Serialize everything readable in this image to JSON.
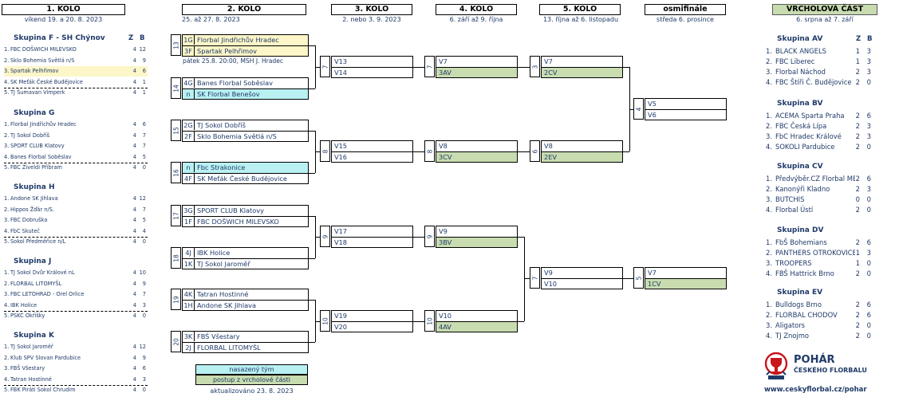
{
  "rounds": [
    {
      "title": "1. KOLO",
      "date": "víkend 19. a 20. 8. 2023"
    },
    {
      "title": "2. KOLO",
      "date": "25. až 27. 8. 2023"
    },
    {
      "title": "3. KOLO",
      "date": "2. nebo 3. 9. 2023"
    },
    {
      "title": "4. KOLO",
      "date": "6. září až 9. října"
    },
    {
      "title": "5. KOLO",
      "date": "13. října až 6. listopadu"
    },
    {
      "title": "osmifinále",
      "date": "středa 6. prosince"
    },
    {
      "title": "VRCHOLOVÁ ČÁST",
      "date": "6. srpna až 7. září"
    }
  ],
  "col_z": "Z",
  "col_b": "B",
  "left_groups": [
    {
      "name": "Skupina F - SH Chýnov",
      "rows": [
        {
          "n": "1.",
          "t": "FBC DOŠWICH MILEVSKO",
          "z": "4",
          "b": "12"
        },
        {
          "n": "2.",
          "t": "Sklo Bohemia Světlá n/S",
          "z": "4",
          "b": "9"
        },
        {
          "n": "3.",
          "t": "Spartak Pelhřimov",
          "z": "4",
          "b": "6"
        },
        {
          "n": "4.",
          "t": "SK Meťák České Budějovice",
          "z": "4",
          "b": "1"
        },
        {
          "n": "5.",
          "t": "TJ Šumavan Vimperk",
          "z": "4",
          "b": "1"
        }
      ]
    },
    {
      "name": "Skupina G",
      "rows": [
        {
          "n": "1.",
          "t": "Florbal Jindřichův Hradec",
          "z": "4",
          "b": "6"
        },
        {
          "n": "2.",
          "t": "TJ Sokol Dobříš",
          "z": "4",
          "b": "7"
        },
        {
          "n": "3.",
          "t": "SPORT CLUB Klatovy",
          "z": "4",
          "b": "7"
        },
        {
          "n": "4.",
          "t": "Banes Florbal Soběslav",
          "z": "4",
          "b": "5"
        },
        {
          "n": "5.",
          "t": "FBC Živeldi Příbram",
          "z": "4",
          "b": "0"
        }
      ]
    },
    {
      "name": "Skupina H",
      "rows": [
        {
          "n": "1.",
          "t": "Andone SK Jihlava",
          "z": "4",
          "b": "12"
        },
        {
          "n": "2.",
          "t": "Hippos Žďár n/S.",
          "z": "4",
          "b": "7"
        },
        {
          "n": "3.",
          "t": "FBC Dobruška",
          "z": "4",
          "b": "5"
        },
        {
          "n": "4.",
          "t": "FbC Skuteč",
          "z": "4",
          "b": "4"
        },
        {
          "n": "5.",
          "t": "Sokol Předměřice n/L",
          "z": "4",
          "b": "0"
        }
      ]
    },
    {
      "name": "Skupina J",
      "rows": [
        {
          "n": "1.",
          "t": "TJ Sokol Dvůr Králové nL",
          "z": "4",
          "b": "10"
        },
        {
          "n": "2.",
          "t": "FLORBAL LITOMYŠL",
          "z": "4",
          "b": "9"
        },
        {
          "n": "3.",
          "t": "FBC LETOHRAD - Orel Orlice",
          "z": "4",
          "b": "7"
        },
        {
          "n": "4.",
          "t": "IBK Holice",
          "z": "4",
          "b": "3"
        },
        {
          "n": "5.",
          "t": "PSKC Okříšky",
          "z": "4",
          "b": "0"
        }
      ]
    },
    {
      "name": "Skupina K",
      "rows": [
        {
          "n": "1.",
          "t": "TJ Sokol Jaroměř",
          "z": "4",
          "b": "12"
        },
        {
          "n": "2.",
          "t": "Klub SPV Slovan Pardubice",
          "z": "4",
          "b": "9"
        },
        {
          "n": "3.",
          "t": "FBŠ Všestary",
          "z": "4",
          "b": "6"
        },
        {
          "n": "4.",
          "t": "Tatran Hostinné",
          "z": "4",
          "b": "3"
        },
        {
          "n": "5.",
          "t": "FBK Piráti Sokol Chrudim",
          "z": "4",
          "b": "0"
        }
      ]
    }
  ],
  "right_groups": [
    {
      "name": "Skupina AV",
      "rows": [
        {
          "n": "1.",
          "t": "BLACK ANGELS",
          "z": "1",
          "b": "3"
        },
        {
          "n": "2.",
          "t": "FBC Liberec",
          "z": "1",
          "b": "3"
        },
        {
          "n": "3.",
          "t": "Florbal Náchod",
          "z": "2",
          "b": "3"
        },
        {
          "n": "4.",
          "t": "FBC Štíři Č. Budějovice",
          "z": "2",
          "b": "0"
        }
      ]
    },
    {
      "name": "Skupina BV",
      "rows": [
        {
          "n": "1.",
          "t": "ACEMA Sparta Praha",
          "z": "2",
          "b": "6"
        },
        {
          "n": "2.",
          "t": "FBC Česká Lípa",
          "z": "2",
          "b": "3"
        },
        {
          "n": "3.",
          "t": "FbC Hradec Králové",
          "z": "2",
          "b": "3"
        },
        {
          "n": "4.",
          "t": "SOKOLI Pardubice",
          "z": "2",
          "b": "0"
        }
      ]
    },
    {
      "name": "Skupina CV",
      "rows": [
        {
          "n": "1.",
          "t": "Předvýběr.CZ Florbal MB",
          "z": "2",
          "b": "6"
        },
        {
          "n": "2.",
          "t": "Kanonýři Kladno",
          "z": "2",
          "b": "3"
        },
        {
          "n": "3.",
          "t": "BUTCHIS",
          "z": "0",
          "b": "0"
        },
        {
          "n": "4.",
          "t": "Florbal Ústí",
          "z": "2",
          "b": "0"
        }
      ]
    },
    {
      "name": "Skupina DV",
      "rows": [
        {
          "n": "1.",
          "t": "FbŠ Bohemians",
          "z": "2",
          "b": "6"
        },
        {
          "n": "2.",
          "t": "PANTHERS OTROKOVICE",
          "z": "1",
          "b": "3"
        },
        {
          "n": "3.",
          "t": "TROOPERS",
          "z": "1",
          "b": "0"
        },
        {
          "n": "4.",
          "t": "FBŠ Hattrick Brno",
          "z": "2",
          "b": "0"
        }
      ]
    },
    {
      "name": "Skupina EV",
      "rows": [
        {
          "n": "1.",
          "t": "Bulldogs Brno",
          "z": "2",
          "b": "6"
        },
        {
          "n": "2.",
          "t": "FLORBAL CHODOV",
          "z": "2",
          "b": "6"
        },
        {
          "n": "3.",
          "t": "Aligators",
          "z": "2",
          "b": "0"
        },
        {
          "n": "4.",
          "t": "TJ Znojmo",
          "z": "2",
          "b": "0"
        }
      ]
    }
  ],
  "r2": [
    {
      "num": "13",
      "rows": [
        {
          "s": "1G",
          "t": "Florbal Jindřichův Hradec",
          "c": "yel"
        },
        {
          "s": "3F",
          "t": "Spartak Pelhřimov",
          "c": "yel"
        }
      ]
    },
    {
      "num": "14",
      "rows": [
        {
          "s": "4G",
          "t": "Banes Florbal Soběslav",
          "c": ""
        },
        {
          "s": "n",
          "t": "SK Florbal Benešov",
          "c": "cyan"
        }
      ]
    },
    {
      "num": "15",
      "rows": [
        {
          "s": "2G",
          "t": "TJ Sokol Dobříš",
          "c": ""
        },
        {
          "s": "2F",
          "t": "Sklo Bohemia Světlá n/S",
          "c": ""
        }
      ]
    },
    {
      "num": "16",
      "rows": [
        {
          "s": "n",
          "t": "Fbc Strakonice",
          "c": "cyan"
        },
        {
          "s": "4F",
          "t": "SK Meťák České Budějovice",
          "c": ""
        }
      ]
    },
    {
      "num": "17",
      "rows": [
        {
          "s": "3G",
          "t": "SPORT CLUB Klatovy",
          "c": ""
        },
        {
          "s": "1F",
          "t": "FBC DOŠWICH MILEVSKO",
          "c": ""
        }
      ]
    },
    {
      "num": "18",
      "rows": [
        {
          "s": "4J",
          "t": "IBK Holice",
          "c": ""
        },
        {
          "s": "1K",
          "t": "TJ Sokol Jaroměř",
          "c": ""
        }
      ]
    },
    {
      "num": "19",
      "rows": [
        {
          "s": "4K",
          "t": "Tatran Hostinné",
          "c": ""
        },
        {
          "s": "1H",
          "t": "Andone SK Jihlava",
          "c": ""
        }
      ]
    },
    {
      "num": "20",
      "rows": [
        {
          "s": "3K",
          "t": "FBŠ Všestary",
          "c": ""
        },
        {
          "s": "2J",
          "t": "FLORBAL LITOMYŠL",
          "c": ""
        }
      ]
    }
  ],
  "r2_note": "pátek 25.8. 20:00, MSH J. Hradec",
  "r3": [
    {
      "num": "7",
      "rows": [
        {
          "t": "V13",
          "c": ""
        },
        {
          "t": "V14",
          "c": ""
        }
      ]
    },
    {
      "num": "8",
      "rows": [
        {
          "t": "V15",
          "c": ""
        },
        {
          "t": "V16",
          "c": ""
        }
      ]
    },
    {
      "num": "9",
      "rows": [
        {
          "t": "V17",
          "c": ""
        },
        {
          "t": "V18",
          "c": ""
        }
      ]
    },
    {
      "num": "10",
      "rows": [
        {
          "t": "V19",
          "c": ""
        },
        {
          "t": "V20",
          "c": ""
        }
      ]
    }
  ],
  "r4": [
    {
      "num": "7",
      "rows": [
        {
          "t": "V7",
          "c": ""
        },
        {
          "t": "3AV",
          "c": "grn"
        }
      ]
    },
    {
      "num": "8",
      "rows": [
        {
          "t": "V8",
          "c": ""
        },
        {
          "t": "3CV",
          "c": "grn"
        }
      ]
    },
    {
      "num": "9",
      "rows": [
        {
          "t": "V9",
          "c": ""
        },
        {
          "t": "3BV",
          "c": "grn"
        }
      ]
    },
    {
      "num": "10",
      "rows": [
        {
          "t": "V10",
          "c": ""
        },
        {
          "t": "4AV",
          "c": "grn"
        }
      ]
    }
  ],
  "r5": [
    {
      "num": "3",
      "rows": [
        {
          "t": "V7",
          "c": ""
        },
        {
          "t": "2CV",
          "c": "grn"
        }
      ]
    },
    {
      "num": "6",
      "rows": [
        {
          "t": "V8",
          "c": ""
        },
        {
          "t": "2EV",
          "c": "grn"
        }
      ]
    },
    {
      "num": "7",
      "rows": [
        {
          "t": "V9",
          "c": ""
        },
        {
          "t": "V10",
          "c": ""
        }
      ]
    }
  ],
  "r6": [
    {
      "num": "4",
      "rows": [
        {
          "t": "V5",
          "c": ""
        },
        {
          "t": "V6",
          "c": ""
        }
      ]
    },
    {
      "num": "5",
      "rows": [
        {
          "t": "V7",
          "c": ""
        },
        {
          "t": "1CV",
          "c": "grn"
        }
      ]
    }
  ],
  "legend": {
    "seeded": "nasazený tým",
    "advance": "postup z vrcholové části",
    "updated": "aktualizováno 23. 8. 2023"
  },
  "logo": {
    "line1": "POHÁR",
    "line2": "ČESKÉHO FLORBALU"
  },
  "website": "www.ceskyflorbal.cz/pohar",
  "colors": {
    "title_text": "#1f3a68",
    "seeded": "#b9f0f2",
    "highlight": "#fcf6c8",
    "advance": "#c8dcb0",
    "logo_red": "#c8161d"
  }
}
